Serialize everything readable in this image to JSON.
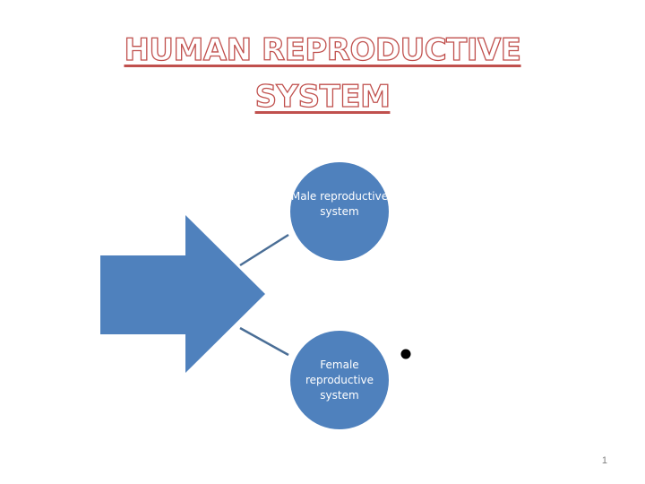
{
  "slide": {
    "title_line1": "HUMAN REPRODUCTIVE",
    "title_line2": "SYSTEM",
    "page_number": "1"
  },
  "diagram": {
    "nodes": [
      {
        "label": "Male reproductive system"
      },
      {
        "label": "Female reproductive system"
      }
    ],
    "colors": {
      "shape_fill": "#4f81bd",
      "connector": "#4a6e96",
      "title_outline": "#c0504d"
    }
  }
}
